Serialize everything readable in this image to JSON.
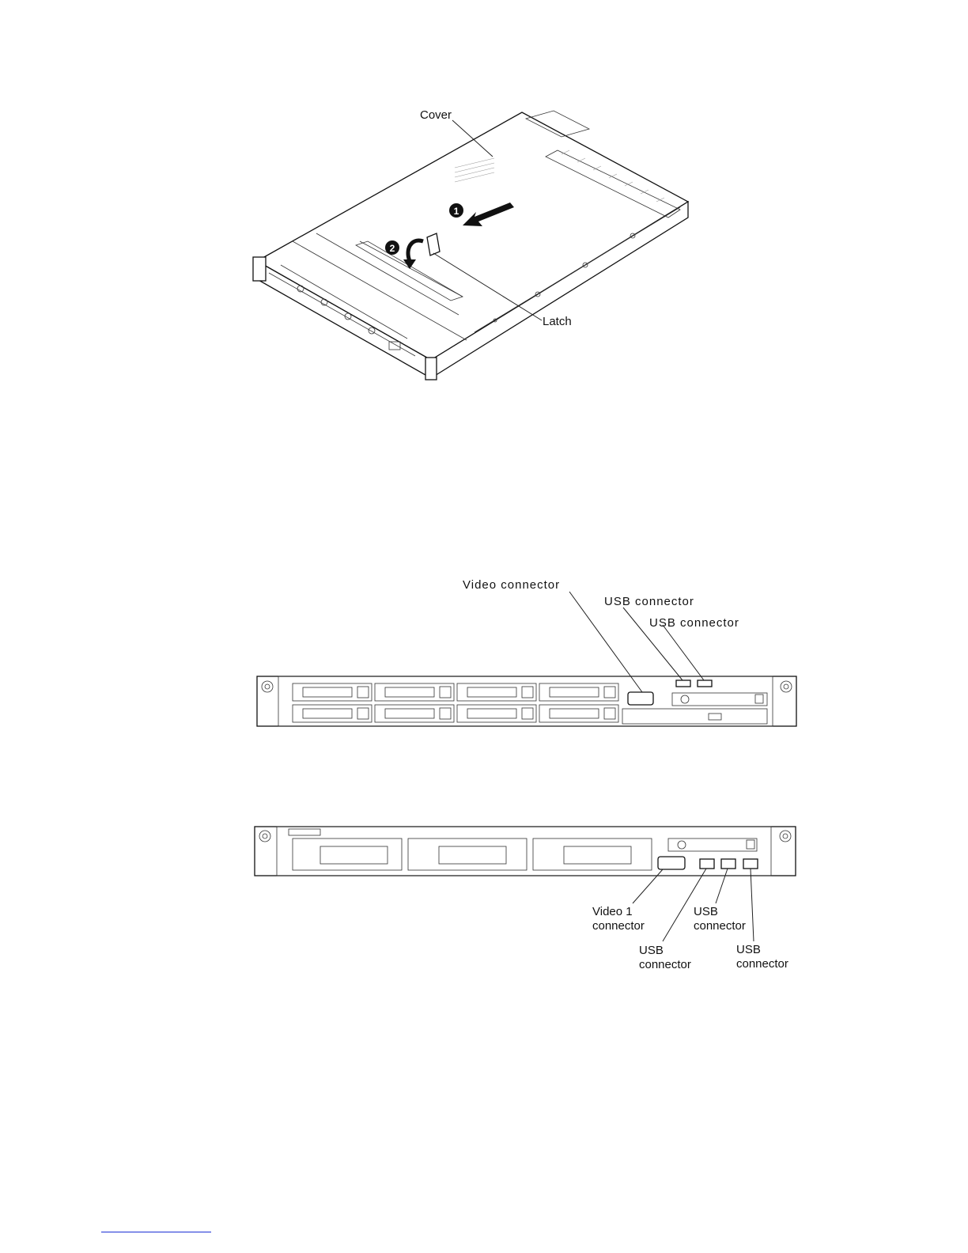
{
  "figure1": {
    "labels": {
      "cover": "Cover",
      "latch": "Latch"
    },
    "steps": [
      "1",
      "2"
    ]
  },
  "figure2": {
    "labels": {
      "video": "Video connector",
      "usb1": "USB connector",
      "usb2": "USB connector"
    }
  },
  "figure3": {
    "labels": {
      "video_line1": "Video 1",
      "video_line2": "connector",
      "usb_a_line1": "USB",
      "usb_a_line2": "connector",
      "usb_b_line1": "USB",
      "usb_b_line2": "connector",
      "usb_c_line1": "USB",
      "usb_c_line2": "connector"
    }
  }
}
